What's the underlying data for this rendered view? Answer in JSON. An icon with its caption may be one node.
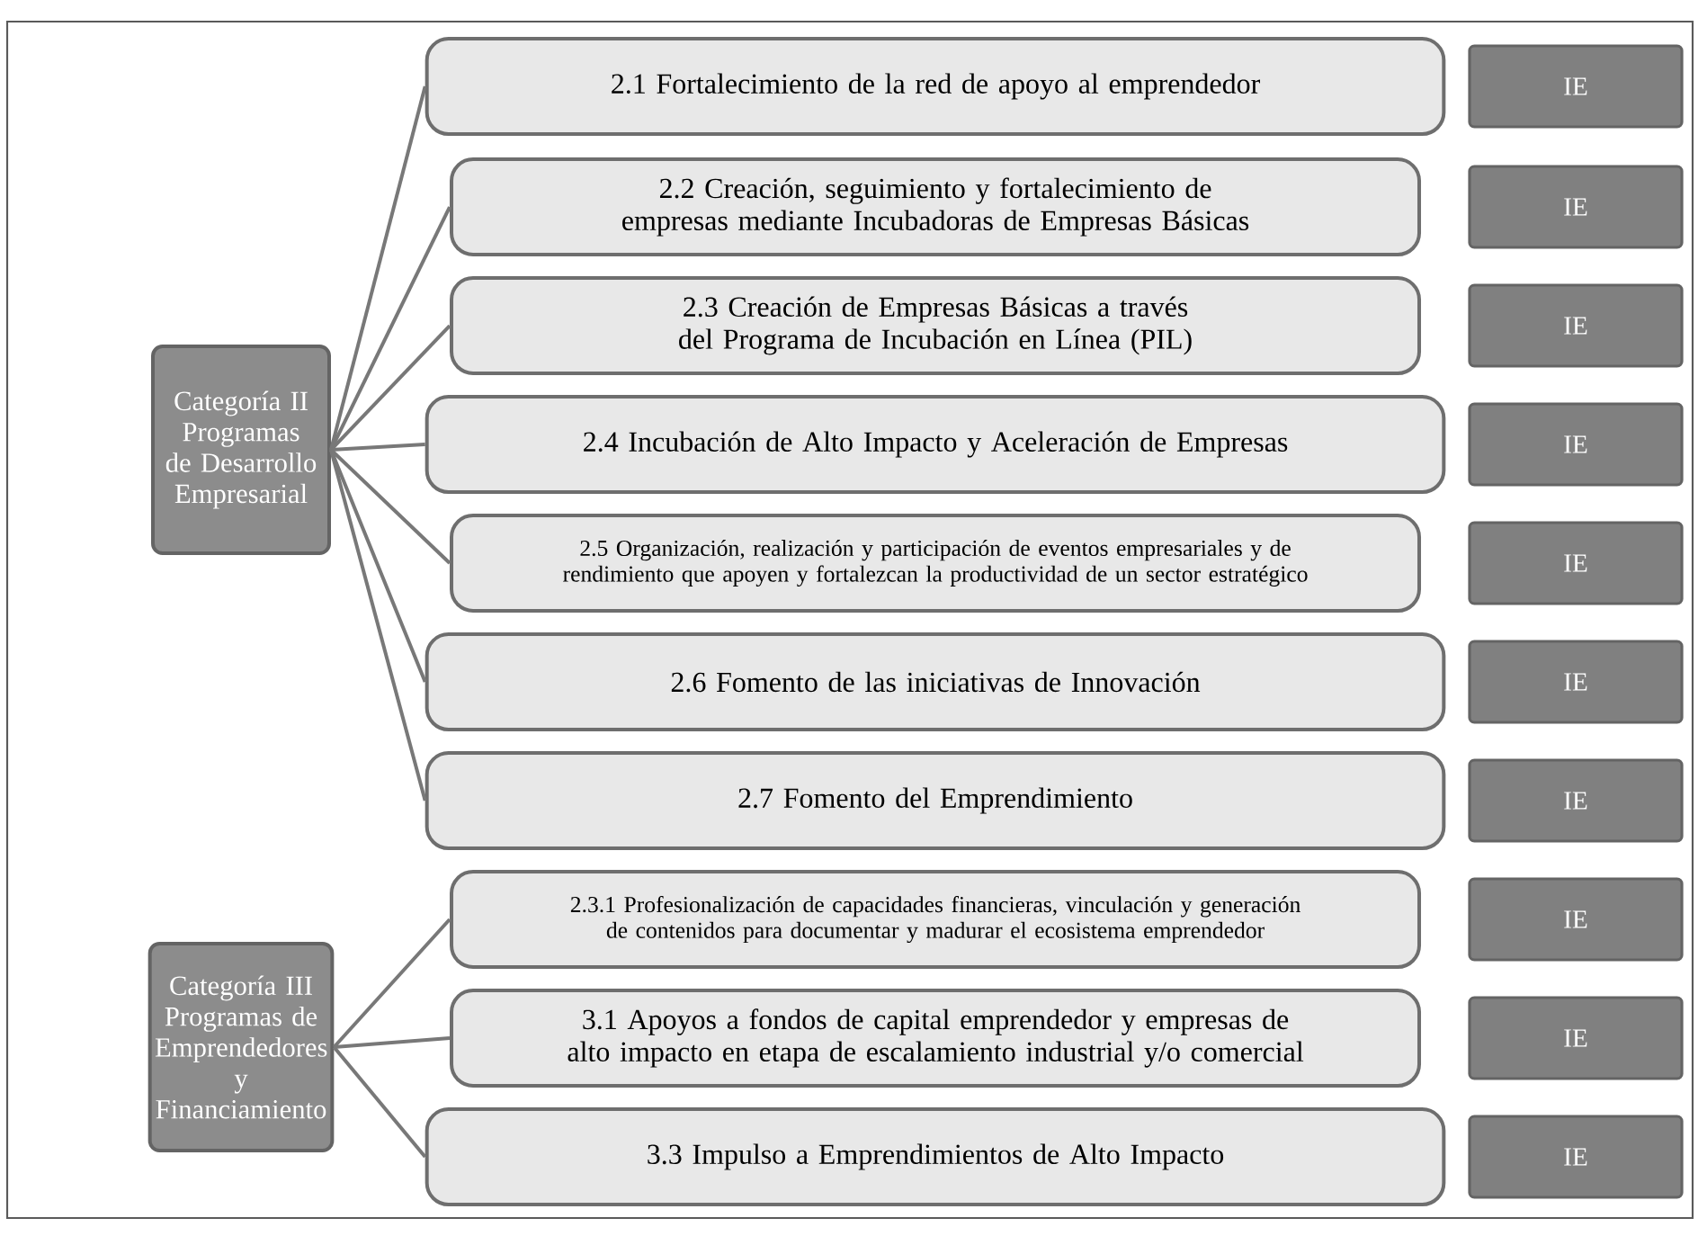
{
  "diagram": {
    "nodes": [
      {
        "text": [
          "Categoría II Programas de Desarrollo Empresarial"
        ]
      },
      {
        "text": [
          "Categoría III Programas de Emprendedores y Financiamiento"
        ]
      },
      {
        "text": [
          "2.1 Fortalecimiento de la red de apoyo al emprendedor"
        ]
      },
      {
        "text": [
          "2.2 Creación, seguimiento y fortalecimiento de empresas mediante Incubadoras de Empresas Básicas"
        ]
      },
      {
        "text": [
          "2.3 Creación de Empresas Básicas a través del Programa de Incubación en Línea (PIL)"
        ]
      },
      {
        "text": [
          "2.4 Incubación de Alto Impacto y Aceleración de Empresas"
        ]
      },
      {
        "text": [
          "2.5 Organización, realización y participación de eventos empresariales y de rendimiento que apoyen y fortalezcan la productividad de un sector estratégico"
        ]
      },
      {
        "text": [
          "2.6 Fomento de las iniciativas de Innovación"
        ]
      },
      {
        "text": [
          "2.7 Fomento del Emprendimiento"
        ]
      },
      {
        "text": [
          "2.3.1 Profesionalización de capacidades financieras, vinculación y generación de contenidos para documentar y madurar el ecosistema emprendedor"
        ]
      },
      {
        "text": [
          "3.1 Apoyos a fondos de capital emprendedor y empresas de alto impacto en etapa de escalamiento industrial y/o comercial"
        ]
      },
      {
        "text": [
          "3.3 Impulso a Emprendimientos de Alto Impacto"
        ]
      },
      {
        "text": [
          "IE"
        ]
      },
      {
        "text": [
          "IE"
        ]
      },
      {
        "text": [
          "IE"
        ]
      },
      {
        "text": [
          "IE"
        ]
      },
      {
        "text": [
          "IE"
        ]
      },
      {
        "text": [
          "IE"
        ]
      },
      {
        "text": [
          "IE"
        ]
      },
      {
        "text": [
          "IE"
        ]
      },
      {
        "text": [
          "IE"
        ]
      },
      {
        "text": [
          "IE"
        ]
      }
    ],
    "edges": [
      {
        "from": 0,
        "to": 2,
        "arrow": "none"
      },
      {
        "from": 0,
        "to": 3,
        "arrow": "none"
      },
      {
        "from": 0,
        "to": 4,
        "arrow": "none"
      },
      {
        "from": 0,
        "to": 5,
        "arrow": "none"
      },
      {
        "from": 0,
        "to": 6,
        "arrow": "none"
      },
      {
        "from": 0,
        "to": 7,
        "arrow": "none"
      },
      {
        "from": 0,
        "to": 8,
        "arrow": "none"
      },
      {
        "from": 1,
        "to": 9,
        "arrow": "none"
      },
      {
        "from": 1,
        "to": 10,
        "arrow": "none"
      },
      {
        "from": 1,
        "to": 11,
        "arrow": "none"
      }
    ]
  }
}
